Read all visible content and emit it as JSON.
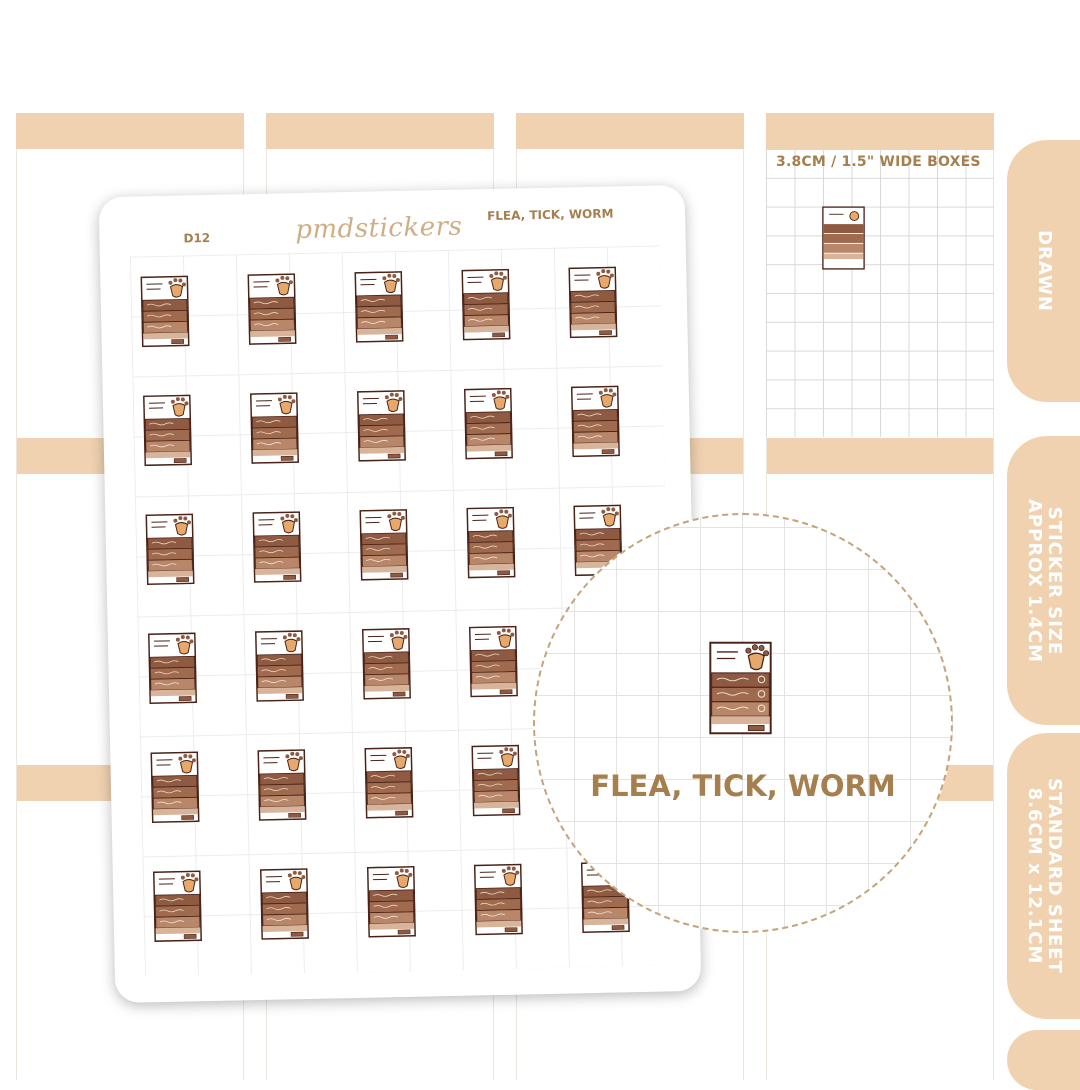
{
  "sheet": {
    "code": "D12",
    "brand": "pmdstickers",
    "title": "FLEA, TICK, WORM",
    "rows": 6,
    "columns": 5
  },
  "sample_box_label": "3.8CM / 1.5\" WIDE BOXES",
  "zoom_label": "FLEA, TICK, WORM",
  "tabs": [
    {
      "lines": [
        "DRAWN"
      ]
    },
    {
      "lines": [
        "STICKER SIZE",
        "APPROX 1.4CM"
      ]
    },
    {
      "lines": [
        "STANDARD SHEET",
        "8.6CM x 12.1CM"
      ]
    }
  ],
  "colors": {
    "accent": "#a57f4e",
    "band": "#f0d2b1",
    "sticker_dark": "#8f5a42",
    "sticker_mid": "#b88668",
    "sticker_light": "#d8b49a",
    "paw": "#e7a86b",
    "outline": "#4a2318"
  },
  "icons": [
    "pet-record-sticker-icon",
    "paw-print-icon"
  ]
}
